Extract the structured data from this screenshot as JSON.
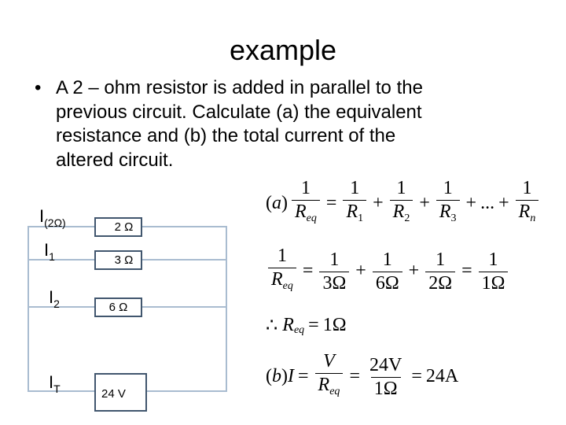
{
  "slide": {
    "title": "example",
    "bullet_symbol": "•",
    "bullet_lines": [
      "A 2 – ohm resistor is added in parallel to the",
      "previous circuit.  Calculate (a) the equivalent",
      "resistance and (b) the total current of the",
      "altered circuit."
    ]
  },
  "circuit": {
    "wire_color": "#a9bcd0",
    "box_border_color": "#41566e",
    "branches": [
      {
        "current_label": "I",
        "current_sub": "(2Ω)",
        "resistor": "2 Ω"
      },
      {
        "current_label": "I",
        "current_sub": "1",
        "resistor": "3 Ω"
      },
      {
        "current_label": "I",
        "current_sub": "2",
        "resistor": "6 Ω"
      }
    ],
    "source": {
      "current_label": "I",
      "current_sub": "T",
      "voltage": "24 V"
    }
  },
  "equations": {
    "a_general": {
      "prefix": "(a)",
      "lhs_num": "1",
      "lhs_den": "R",
      "lhs_den_sub": "eq",
      "terms": [
        {
          "num": "1",
          "den": "R",
          "sub": "1"
        },
        {
          "num": "1",
          "den": "R",
          "sub": "2"
        },
        {
          "num": "1",
          "den": "R",
          "sub": "3"
        }
      ],
      "ellipsis": "...",
      "last": {
        "num": "1",
        "den": "R",
        "sub": "n"
      },
      "eq": "=",
      "plus": "+"
    },
    "a_numeric": {
      "lhs_num": "1",
      "lhs_den": "R",
      "lhs_den_sub": "eq",
      "terms": [
        {
          "num": "1",
          "den": "3Ω"
        },
        {
          "num": "1",
          "den": "6Ω"
        },
        {
          "num": "1",
          "den": "2Ω"
        }
      ],
      "result": {
        "num": "1",
        "den": "1Ω"
      }
    },
    "a_result": {
      "therefore": "∴",
      "var": "R",
      "sub": "eq",
      "eq": "=",
      "value": "1Ω"
    },
    "b": {
      "prefix": "(b)",
      "var": "I",
      "eq": "=",
      "f1_num": "V",
      "f1_den": "R",
      "f1_den_sub": "eq",
      "f2_num": "24V",
      "f2_den": "1Ω",
      "result": "24A"
    }
  }
}
